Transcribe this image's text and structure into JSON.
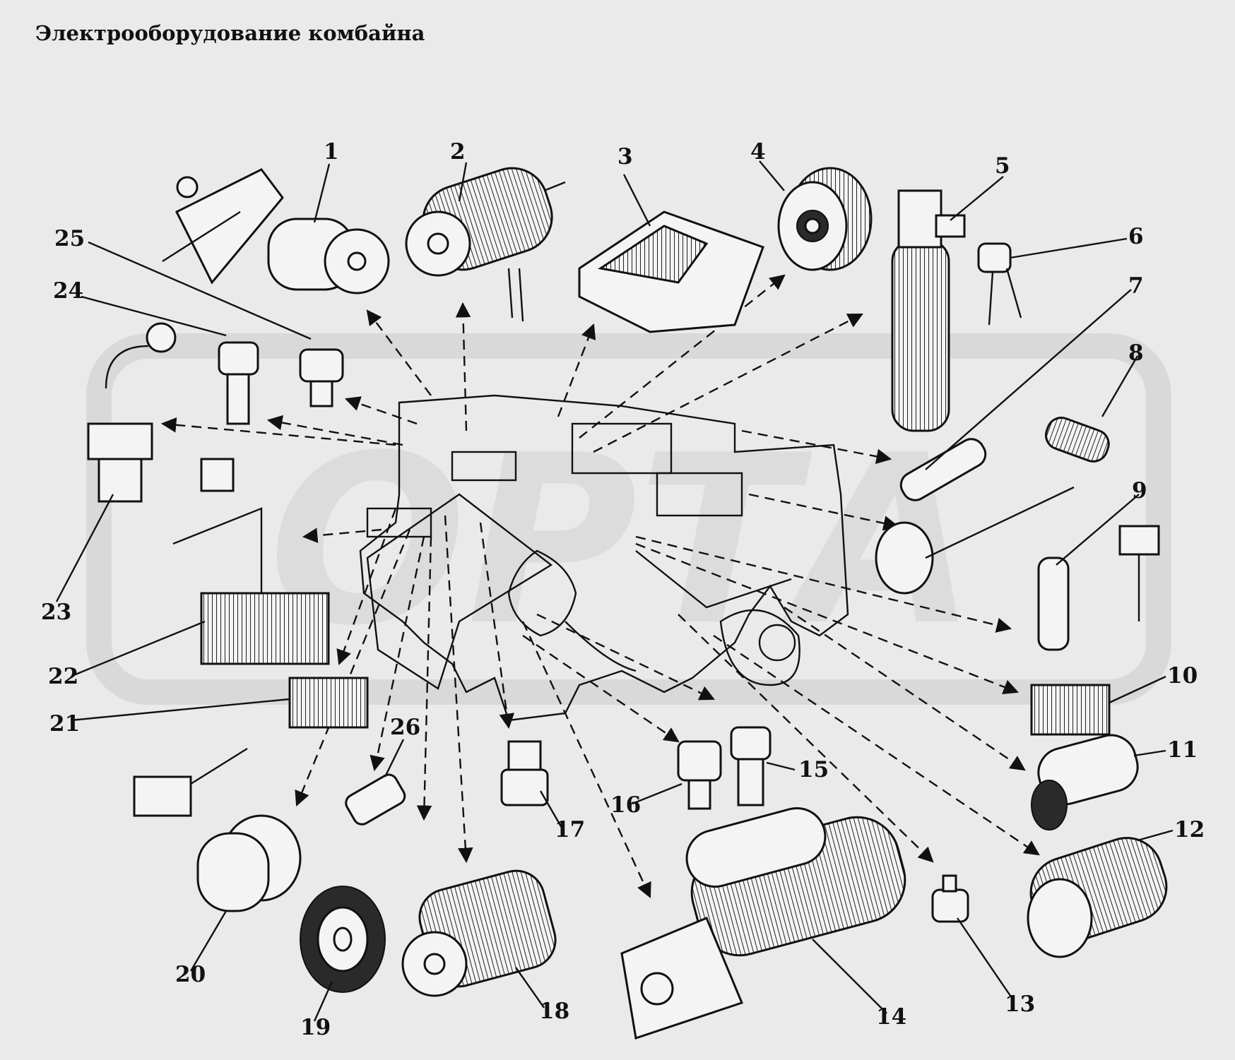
{
  "title": "Электрооборудование комбайна",
  "callouts": [
    {
      "id": "1",
      "label": "1"
    },
    {
      "id": "2",
      "label": "2"
    },
    {
      "id": "3",
      "label": "3"
    },
    {
      "id": "4",
      "label": "4"
    },
    {
      "id": "5",
      "label": "5"
    },
    {
      "id": "6",
      "label": "6"
    },
    {
      "id": "7",
      "label": "7"
    },
    {
      "id": "8",
      "label": "8"
    },
    {
      "id": "9",
      "label": "9"
    },
    {
      "id": "10",
      "label": "10"
    },
    {
      "id": "11",
      "label": "11"
    },
    {
      "id": "12",
      "label": "12"
    },
    {
      "id": "13",
      "label": "13"
    },
    {
      "id": "14",
      "label": "14"
    },
    {
      "id": "15",
      "label": "15"
    },
    {
      "id": "16",
      "label": "16"
    },
    {
      "id": "17",
      "label": "17"
    },
    {
      "id": "18",
      "label": "18"
    },
    {
      "id": "19",
      "label": "19"
    },
    {
      "id": "20",
      "label": "20"
    },
    {
      "id": "21",
      "label": "21"
    },
    {
      "id": "22",
      "label": "22"
    },
    {
      "id": "23",
      "label": "23"
    },
    {
      "id": "24",
      "label": "24"
    },
    {
      "id": "25",
      "label": "25"
    },
    {
      "id": "26",
      "label": "26"
    }
  ]
}
